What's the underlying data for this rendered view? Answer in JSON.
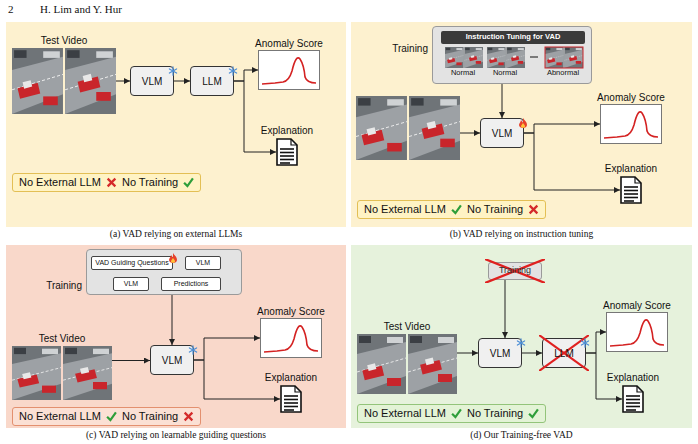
{
  "diagram": {
    "nodes": [
      {
        "text": [
          "(a) VAD relying on external LLMs"
        ]
      },
      {
        "text": [
          "Test Video"
        ],
        "in": 0
      },
      {
        "text": [
          "VLM"
        ],
        "in": 0
      },
      {
        "text": [
          "LLM"
        ],
        "in": 0
      },
      {
        "text": [
          "Anomaly Score"
        ],
        "in": 0
      },
      {
        "text": [
          "Explanation"
        ],
        "in": 0
      },
      {
        "text": [
          "No External LLM",
          "No Training"
        ],
        "in": 0
      },
      {
        "text": [
          "(b) VAD relying on instruction tuning"
        ]
      },
      {
        "text": [
          "Training"
        ],
        "in": 7
      },
      {
        "text": [
          "Instruction Tuning for VAD"
        ],
        "in": 8
      },
      {
        "text": [
          "VLM"
        ],
        "in": 7
      },
      {
        "text": [
          "Anomaly Score"
        ],
        "in": 7
      },
      {
        "text": [
          "Explanation"
        ],
        "in": 7
      },
      {
        "text": [
          "No External LLM",
          "No Training"
        ],
        "in": 7
      },
      {
        "text": [
          "(c) VAD relying on learnable guiding questions"
        ]
      },
      {
        "text": [
          "Training"
        ],
        "in": 14
      },
      {
        "text": [
          "VAD Guiding Questions"
        ],
        "in": 15
      },
      {
        "text": [
          "VLM"
        ],
        "in": 15
      },
      {
        "text": [
          "VLM"
        ],
        "in": 15
      },
      {
        "text": [
          "Predictions"
        ],
        "in": 15
      },
      {
        "text": [
          "Test Video"
        ],
        "in": 14
      },
      {
        "text": [
          "VLM"
        ],
        "in": 14
      },
      {
        "text": [
          "Anomaly Score"
        ],
        "in": 14
      },
      {
        "text": [
          "Explanation"
        ],
        "in": 14
      },
      {
        "text": [
          "No External LLM",
          "No Training"
        ],
        "in": 14
      },
      {
        "text": [
          "(d) Our Training-free VAD"
        ]
      },
      {
        "text": [
          "Training"
        ],
        "in": 25
      },
      {
        "text": [
          "Test Video"
        ],
        "in": 25
      },
      {
        "text": [
          "VLM"
        ],
        "in": 25
      },
      {
        "text": [
          "LLM"
        ],
        "in": 25
      },
      {
        "text": [
          "Anomaly Score"
        ],
        "in": 25
      },
      {
        "text": [
          "Explanation"
        ],
        "in": 25
      },
      {
        "text": [
          "No External LLM",
          "No Training"
        ],
        "in": 25
      }
    ],
    "edges": [
      {
        "from": 1,
        "to": 2,
        "arrow": "to"
      },
      {
        "from": 2,
        "to": 3,
        "arrow": "to"
      },
      {
        "from": 3,
        "to": 4,
        "arrow": "to"
      },
      {
        "from": 3,
        "to": 5,
        "arrow": "to"
      },
      {
        "from": 8,
        "to": 10,
        "arrow": "to"
      },
      {
        "from": 10,
        "to": 11,
        "arrow": "to"
      },
      {
        "from": 10,
        "to": 12,
        "arrow": "to"
      },
      {
        "from": 16,
        "to": 17,
        "arrow": "none"
      },
      {
        "from": 17,
        "to": 19,
        "arrow": "none"
      },
      {
        "from": 19,
        "to": 18,
        "arrow": "none"
      },
      {
        "from": 18,
        "to": 16,
        "arrow": "none"
      },
      {
        "from": 15,
        "to": 21,
        "arrow": "to"
      },
      {
        "from": 20,
        "to": 21,
        "arrow": "to"
      },
      {
        "from": 21,
        "to": 22,
        "arrow": "to"
      },
      {
        "from": 21,
        "to": 23,
        "arrow": "to"
      },
      {
        "from": 26,
        "to": 28,
        "arrow": "to"
      },
      {
        "from": 27,
        "to": 28,
        "arrow": "to"
      },
      {
        "from": 28,
        "to": 29,
        "arrow": "to"
      },
      {
        "from": 29,
        "to": 30,
        "arrow": "to"
      },
      {
        "from": 29,
        "to": 31,
        "arrow": "to"
      }
    ],
    "labels": [
      "2",
      "H. Lim and Y. Hur",
      "Normal",
      "Normal",
      "Abnormal"
    ]
  }
}
